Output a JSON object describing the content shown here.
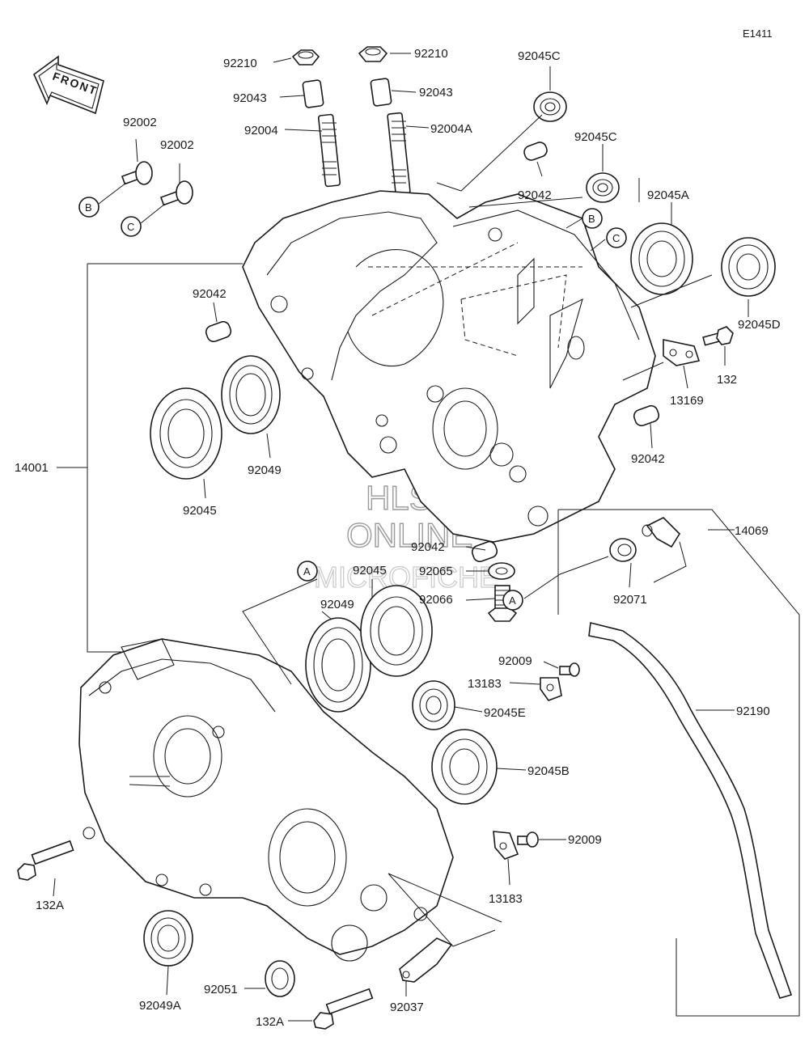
{
  "diagram": {
    "code": "E1411",
    "front_label": "FRONT",
    "watermark": [
      "HLSM",
      "ONLINE",
      "MICROFICHE"
    ],
    "callouts": {
      "A": "A",
      "B": "B",
      "C": "C"
    },
    "parts": [
      {
        "id": "p92210a",
        "number": "92210"
      },
      {
        "id": "p92210b",
        "number": "92210"
      },
      {
        "id": "p92043a",
        "number": "92043"
      },
      {
        "id": "p92043b",
        "number": "92043"
      },
      {
        "id": "p92004",
        "number": "92004"
      },
      {
        "id": "p92004A",
        "number": "92004A"
      },
      {
        "id": "p92045Ca",
        "number": "92045C"
      },
      {
        "id": "p92045Cb",
        "number": "92045C"
      },
      {
        "id": "p92002a",
        "number": "92002"
      },
      {
        "id": "p92002b",
        "number": "92002"
      },
      {
        "id": "p92042a",
        "number": "92042"
      },
      {
        "id": "p92042b",
        "number": "92042"
      },
      {
        "id": "p92042c",
        "number": "92042"
      },
      {
        "id": "p92042d",
        "number": "92042"
      },
      {
        "id": "p92045A",
        "number": "92045A"
      },
      {
        "id": "p92045D",
        "number": "92045D"
      },
      {
        "id": "p132",
        "number": "132"
      },
      {
        "id": "p13169",
        "number": "13169"
      },
      {
        "id": "p92049a",
        "number": "92049"
      },
      {
        "id": "p92049b",
        "number": "92049"
      },
      {
        "id": "p92045a",
        "number": "92045"
      },
      {
        "id": "p92045b",
        "number": "92045"
      },
      {
        "id": "p14001",
        "number": "14001"
      },
      {
        "id": "p14069",
        "number": "14069"
      },
      {
        "id": "p92065",
        "number": "92065"
      },
      {
        "id": "p92066",
        "number": "92066"
      },
      {
        "id": "p92071",
        "number": "92071"
      },
      {
        "id": "p92009a",
        "number": "92009"
      },
      {
        "id": "p92009b",
        "number": "92009"
      },
      {
        "id": "p13183a",
        "number": "13183"
      },
      {
        "id": "p13183b",
        "number": "13183"
      },
      {
        "id": "p92045E",
        "number": "92045E"
      },
      {
        "id": "p92045B",
        "number": "92045B"
      },
      {
        "id": "p92190",
        "number": "92190"
      },
      {
        "id": "p132Aa",
        "number": "132A"
      },
      {
        "id": "p132Ab",
        "number": "132A"
      },
      {
        "id": "p92049A",
        "number": "92049A"
      },
      {
        "id": "p92051",
        "number": "92051"
      },
      {
        "id": "p92037",
        "number": "92037"
      }
    ]
  }
}
